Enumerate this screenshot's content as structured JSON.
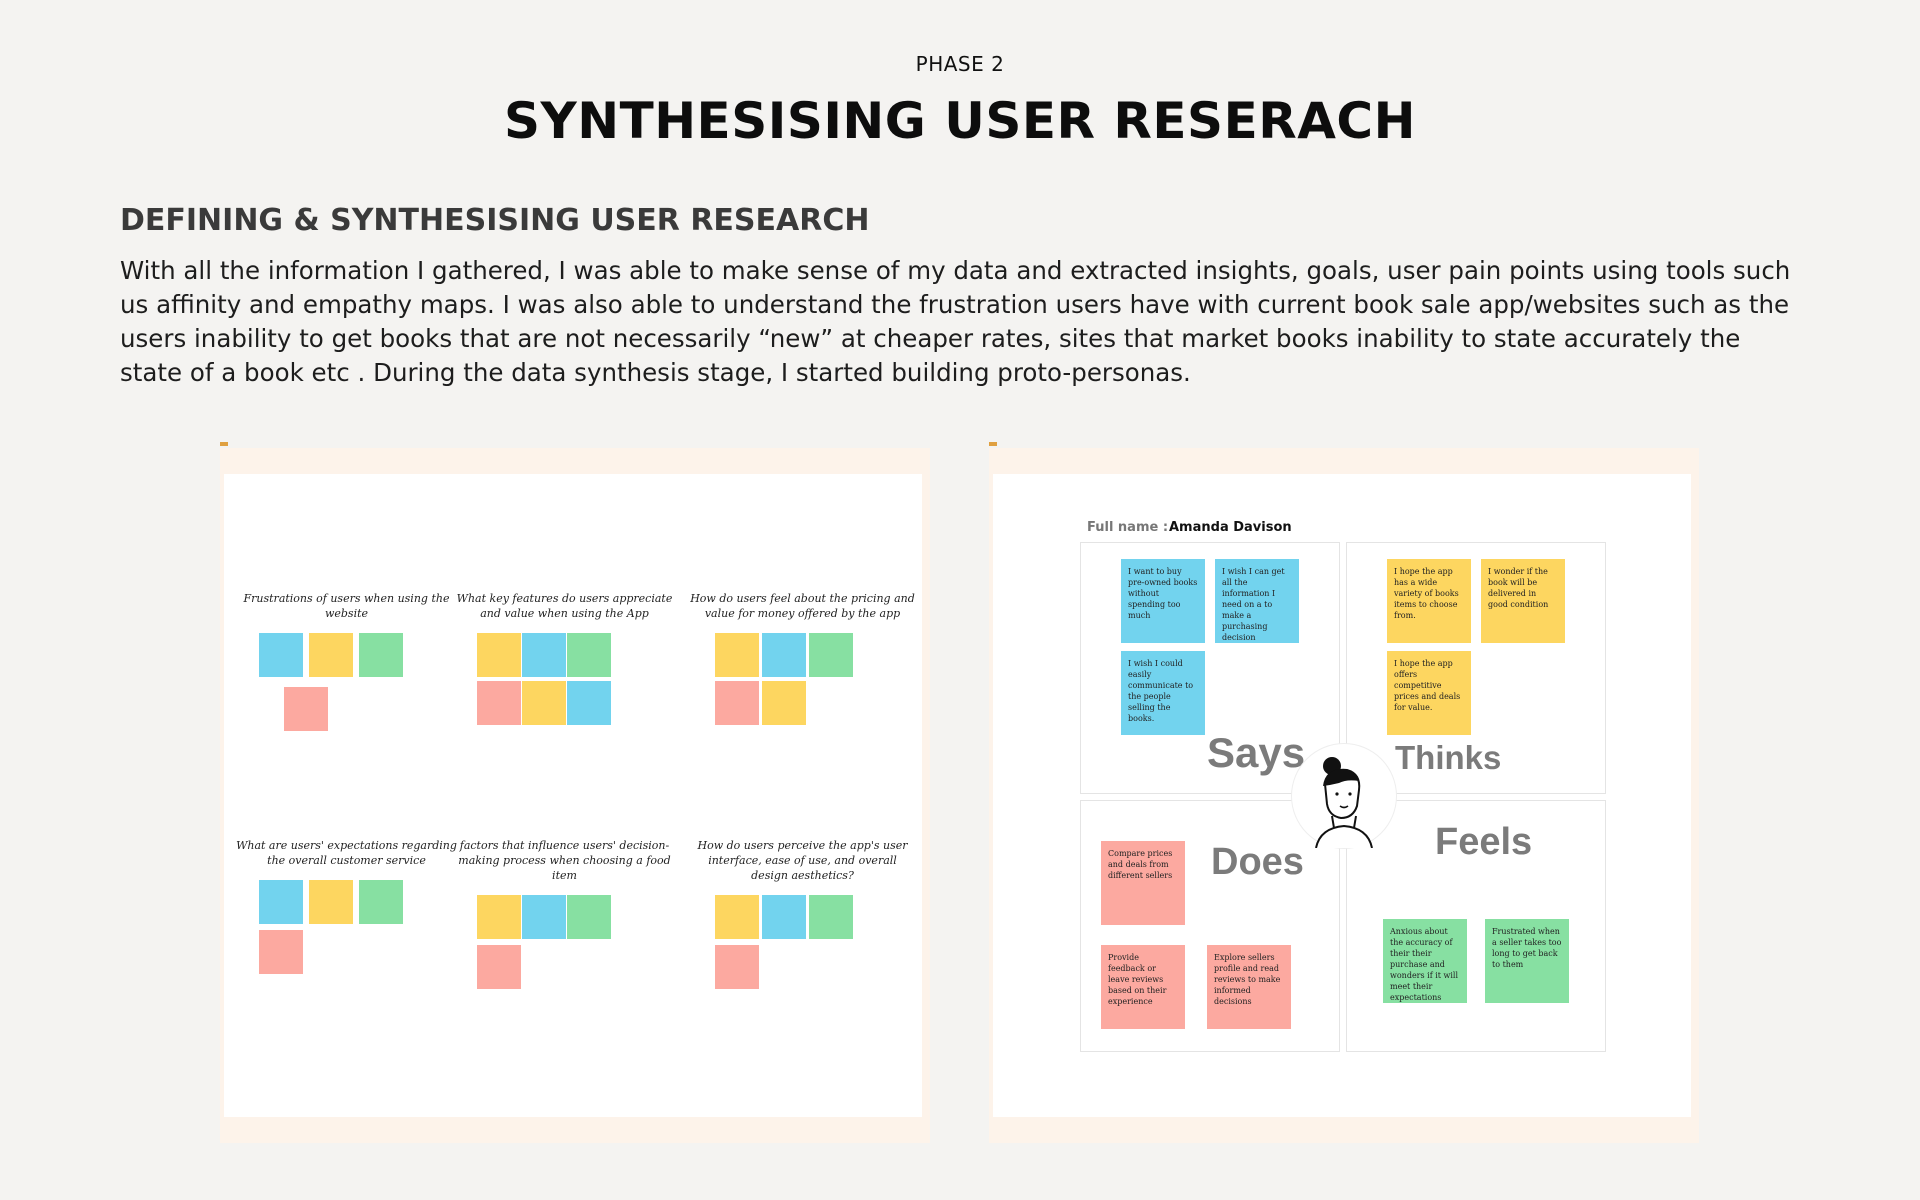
{
  "header": {
    "phase": "PHASE 2",
    "title": "SYNTHESISING USER RESERACH"
  },
  "section": {
    "heading": "DEFINING & SYNTHESISING  USER RESEARCH",
    "paragraph": "With all the information I gathered, I was able to make sense of my data and extracted insights, goals, user pain points using tools such us affinity and empathy maps. I was also able to understand the frustration users have with current book sale app/websites such as the users inability to get books that are not necessarily “new” at cheaper rates, sites that market books inability to state accurately the state of a book etc . During the data synthesis stage, I started building proto-personas."
  },
  "affinity_map": {
    "clusters": [
      {
        "title": "Frustrations of users when using the website"
      },
      {
        "title": "What key features do users appreciate and value when using the App"
      },
      {
        "title": "How do users feel about the pricing and value for money offered by the app"
      },
      {
        "title": "What are users' expectations regarding the overall customer service"
      },
      {
        "title": "factors that influence users' decision-making process when choosing a food item"
      },
      {
        "title": "How do users perceive the app's user interface, ease of use, and overall design aesthetics?"
      }
    ]
  },
  "empathy_map": {
    "full_name_label": "Full name :",
    "full_name_value": "Amanda Davison",
    "quadrants": {
      "says": "Says",
      "thinks": "Thinks",
      "does": "Does",
      "feels": "Feels"
    },
    "notes": {
      "says": [
        "I want to buy pre-owned books without spending too much",
        "I wish I can get all the information I need on a to make a purchasing decision",
        "I wish I could easily communicate to the people selling the books."
      ],
      "thinks": [
        "I hope the app has a wide variety of books items to choose from.",
        "I wonder if the book will be delivered in good condition",
        "I hope the app offers competitive prices and deals for value."
      ],
      "does": [
        "Compare prices and deals from different sellers",
        "Provide feedback or leave reviews based on their experience",
        "Explore sellers profile and read reviews to make informed decisions"
      ],
      "feels": [
        "Anxious about the accuracy of their their purchase and wonders if it will meet their expectations",
        "Frustrated when a seller takes too long to get back to them"
      ]
    },
    "colors": {
      "says": "#72d3ee",
      "thinks": "#fdd660",
      "does": "#fca9a0",
      "feels": "#87e0a2"
    }
  }
}
